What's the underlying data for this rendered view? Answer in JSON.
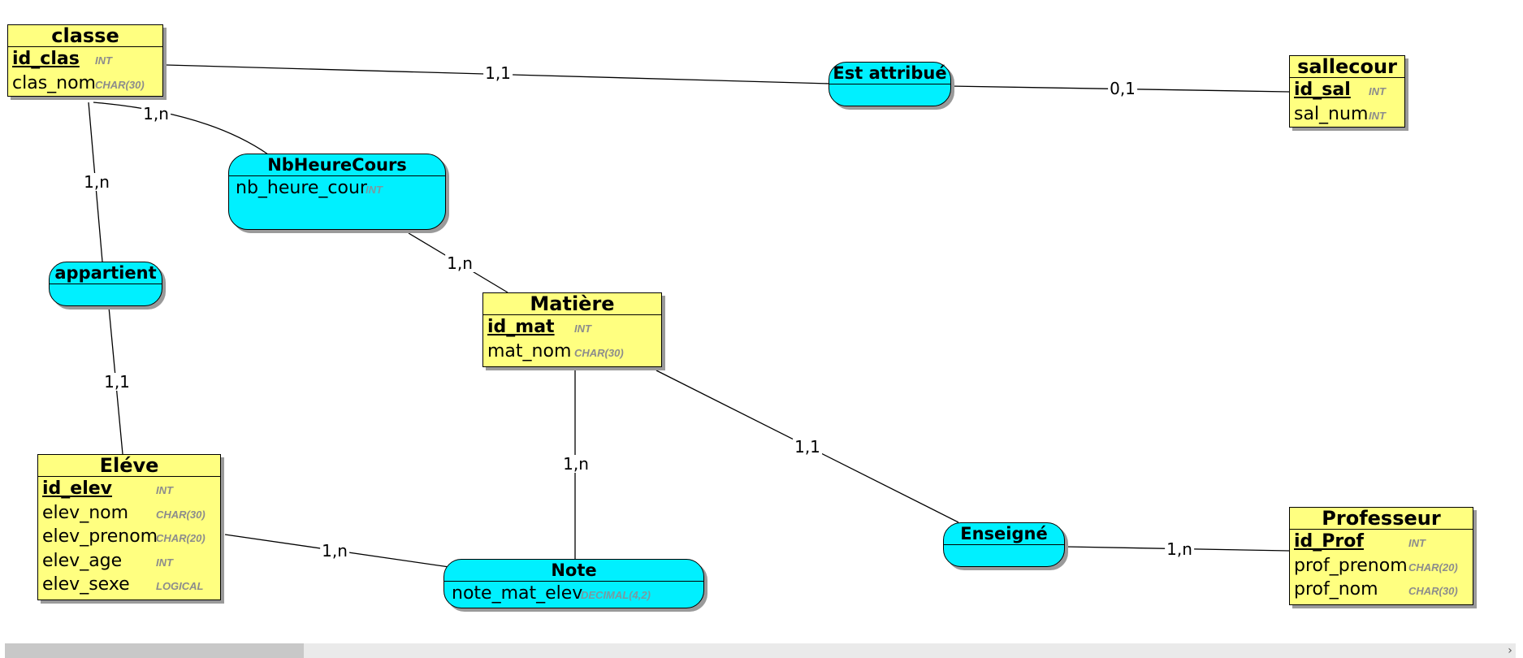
{
  "entities": {
    "classe": {
      "title": "classe",
      "attributes": [
        {
          "name": "id_clas",
          "type": "INT",
          "pk": true
        },
        {
          "name": "clas_nom",
          "type": "CHAR(30)",
          "pk": false
        }
      ]
    },
    "sallecour": {
      "title": "sallecour",
      "attributes": [
        {
          "name": "id_sal",
          "type": "INT",
          "pk": true
        },
        {
          "name": "sal_num",
          "type": "INT",
          "pk": false
        }
      ]
    },
    "matiere": {
      "title": "Matière",
      "attributes": [
        {
          "name": "id_mat",
          "type": "INT",
          "pk": true
        },
        {
          "name": "mat_nom",
          "type": "CHAR(30)",
          "pk": false
        }
      ]
    },
    "eleve": {
      "title": "Eléve",
      "attributes": [
        {
          "name": "id_elev",
          "type": "INT",
          "pk": true
        },
        {
          "name": "elev_nom",
          "type": "CHAR(30)",
          "pk": false
        },
        {
          "name": "elev_prenom",
          "type": "CHAR(20)",
          "pk": false
        },
        {
          "name": "elev_age",
          "type": "INT",
          "pk": false
        },
        {
          "name": "elev_sexe",
          "type": "LOGICAL",
          "pk": false
        }
      ]
    },
    "professeur": {
      "title": "Professeur",
      "attributes": [
        {
          "name": "id_Prof",
          "type": "INT",
          "pk": true
        },
        {
          "name": "prof_prenom",
          "type": "CHAR(20)",
          "pk": false
        },
        {
          "name": "prof_nom",
          "type": "CHAR(30)",
          "pk": false
        }
      ]
    }
  },
  "associations": {
    "est_attribue": {
      "title": "Est attribué",
      "attributes": []
    },
    "nbheurecours": {
      "title": "NbHeureCours",
      "attributes": [
        {
          "name": "nb_heure_cour",
          "type": "INT"
        }
      ]
    },
    "appartient": {
      "title": "appartient",
      "attributes": []
    },
    "note": {
      "title": "Note",
      "attributes": [
        {
          "name": "note_mat_elev",
          "type": "DECIMAL(4,2)"
        }
      ]
    },
    "enseigne": {
      "title": "Enseigné",
      "attributes": []
    }
  },
  "cardinalities": {
    "classe_est_attribue": "1,1",
    "sallecour_est_attribue": "0,1",
    "classe_nbheurecours": "1,n",
    "classe_appartient": "1,n",
    "matiere_nbheurecours": "1,n",
    "eleve_appartient": "1,1",
    "matiere_note": "1,n",
    "eleve_note": "1,n",
    "matiere_enseigne": "1,1",
    "professeur_enseigne": "1,n"
  },
  "colors": {
    "entity_fill": "#ffff80",
    "association_fill": "#00f0ff",
    "line": "#000000",
    "type_text": "#8c8c8c"
  }
}
